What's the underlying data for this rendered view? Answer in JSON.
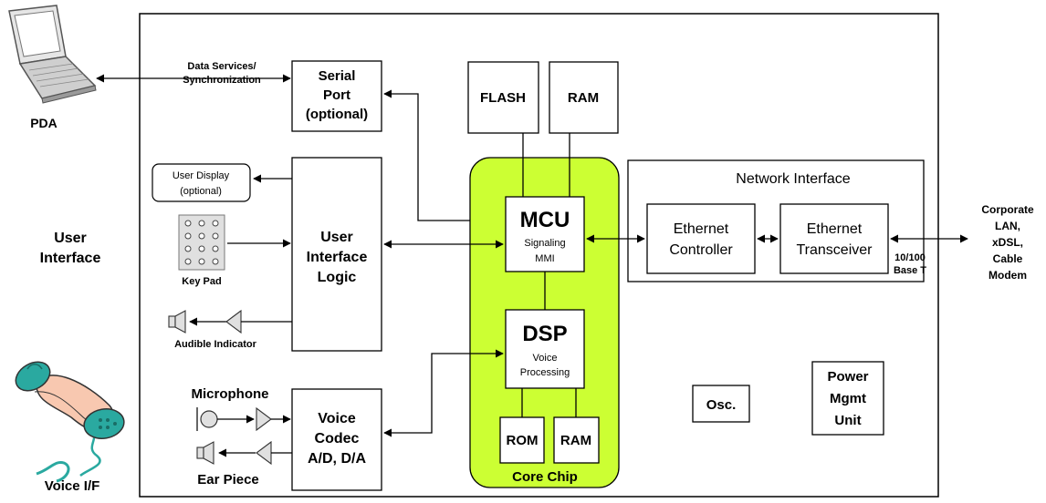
{
  "labels": {
    "pda": "PDA",
    "data_services_1": "Data Services/",
    "data_services_2": "Synchronization",
    "serial_port_1": "Serial",
    "serial_port_2": "Port",
    "serial_port_3": "(optional)",
    "flash": "FLASH",
    "ram_top": "RAM",
    "user_display_1": "User Display",
    "user_display_2": "(optional)",
    "user_interface_1": "User",
    "user_interface_2": "Interface",
    "ui_logic_1": "User",
    "ui_logic_2": "Interface",
    "ui_logic_3": "Logic",
    "key_pad": "Key Pad",
    "audible_indicator": "Audible Indicator",
    "mcu": "MCU",
    "mcu_sub_1": "Signaling",
    "mcu_sub_2": "MMI",
    "dsp": "DSP",
    "dsp_sub_1": "Voice",
    "dsp_sub_2": "Processing",
    "rom": "ROM",
    "ram_core": "RAM",
    "core_chip": "Core Chip",
    "network_interface": "Network Interface",
    "eth_ctrl_1": "Ethernet",
    "eth_ctrl_2": "Controller",
    "eth_xcvr_1": "Ethernet",
    "eth_xcvr_2": "Transceiver",
    "base_t_1": "10/100",
    "base_t_2": "Base T",
    "corp_1": "Corporate",
    "corp_2": "LAN,",
    "corp_3": "xDSL,",
    "corp_4": "Cable",
    "corp_5": "Modem",
    "microphone": "Microphone",
    "voice_codec_1": "Voice",
    "voice_codec_2": "Codec",
    "voice_codec_3": "A/D, D/A",
    "ear_piece": "Ear Piece",
    "osc": "Osc.",
    "power_1": "Power",
    "power_2": "Mgmt",
    "power_3": "Unit",
    "voice_if": "Voice I/F"
  },
  "colors": {
    "core_chip_fill": "#ccff33",
    "phone_teal": "#2aa9a0",
    "hand_skin": "#f8c8b0",
    "laptop_gray": "#9a9a9a"
  },
  "icons": [
    "laptop-icon",
    "keypad-icon",
    "speaker-icon",
    "amplifier-icon",
    "microphone-icon",
    "phone-handset-icon"
  ]
}
